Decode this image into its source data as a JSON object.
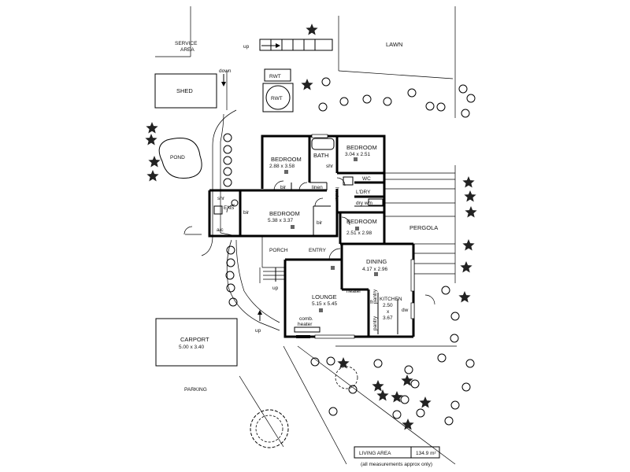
{
  "site": {
    "service_area": [
      "SERVICE",
      "AREA"
    ],
    "lawn": "LAWN",
    "shed": "SHED",
    "rwt_tank_rect": "RWT",
    "rwt_tank_round": "RWT",
    "pond": "POND",
    "pergola": "PERGOLA",
    "carport_name": "CARPORT",
    "carport_size": "5.00 x 3.40",
    "parking": "PARKING",
    "up_top": "up",
    "down": "down",
    "up_porch": "up",
    "up_drive": "up",
    "ac": "a/c"
  },
  "rooms": {
    "bedroom2_name": "BEDROOM",
    "bedroom2_size": "2.88 x 3.58",
    "bath": "BATH",
    "bedroom3_name": "BEDROOM",
    "bedroom3_size": "3.04 x 2.51",
    "master_name": "BEDROOM",
    "master_size": "5.38 x 3.37",
    "ens": "ENS",
    "bedroom4_name": "BEDROOM",
    "bedroom4_size": "2.51 x 2.98",
    "ldry": "L'DRY",
    "wc": "WC",
    "dry_wm": "dry wm",
    "porch": "PORCH",
    "entry": "ENTRY",
    "dining_name": "DINING",
    "dining_size": "4.17 x 2.96",
    "lounge_name": "LOUNGE",
    "lounge_size": "5.15 x 5.45",
    "kitchen_name": "KITCHEN",
    "kitchen_dim1": "2.50",
    "kitchen_x": "x",
    "kitchen_dim2": "3.67"
  },
  "fixtures": {
    "bir1": "bir",
    "linen": "linen",
    "bir_master1": "bir",
    "bir_master2": "bir",
    "shr_bath": "shr",
    "shr_ens": "shr",
    "heater_hall": "heater",
    "heater_lounge": "heater",
    "comb_heater": [
      "comb.",
      "heater"
    ],
    "pantry1": "pantry",
    "pantry2": "pantry",
    "fr": "fr",
    "dw": "dw"
  },
  "legend": {
    "label": "LIVING AREA",
    "value": "134.9 m²",
    "note": "(all measurements approx only)"
  }
}
